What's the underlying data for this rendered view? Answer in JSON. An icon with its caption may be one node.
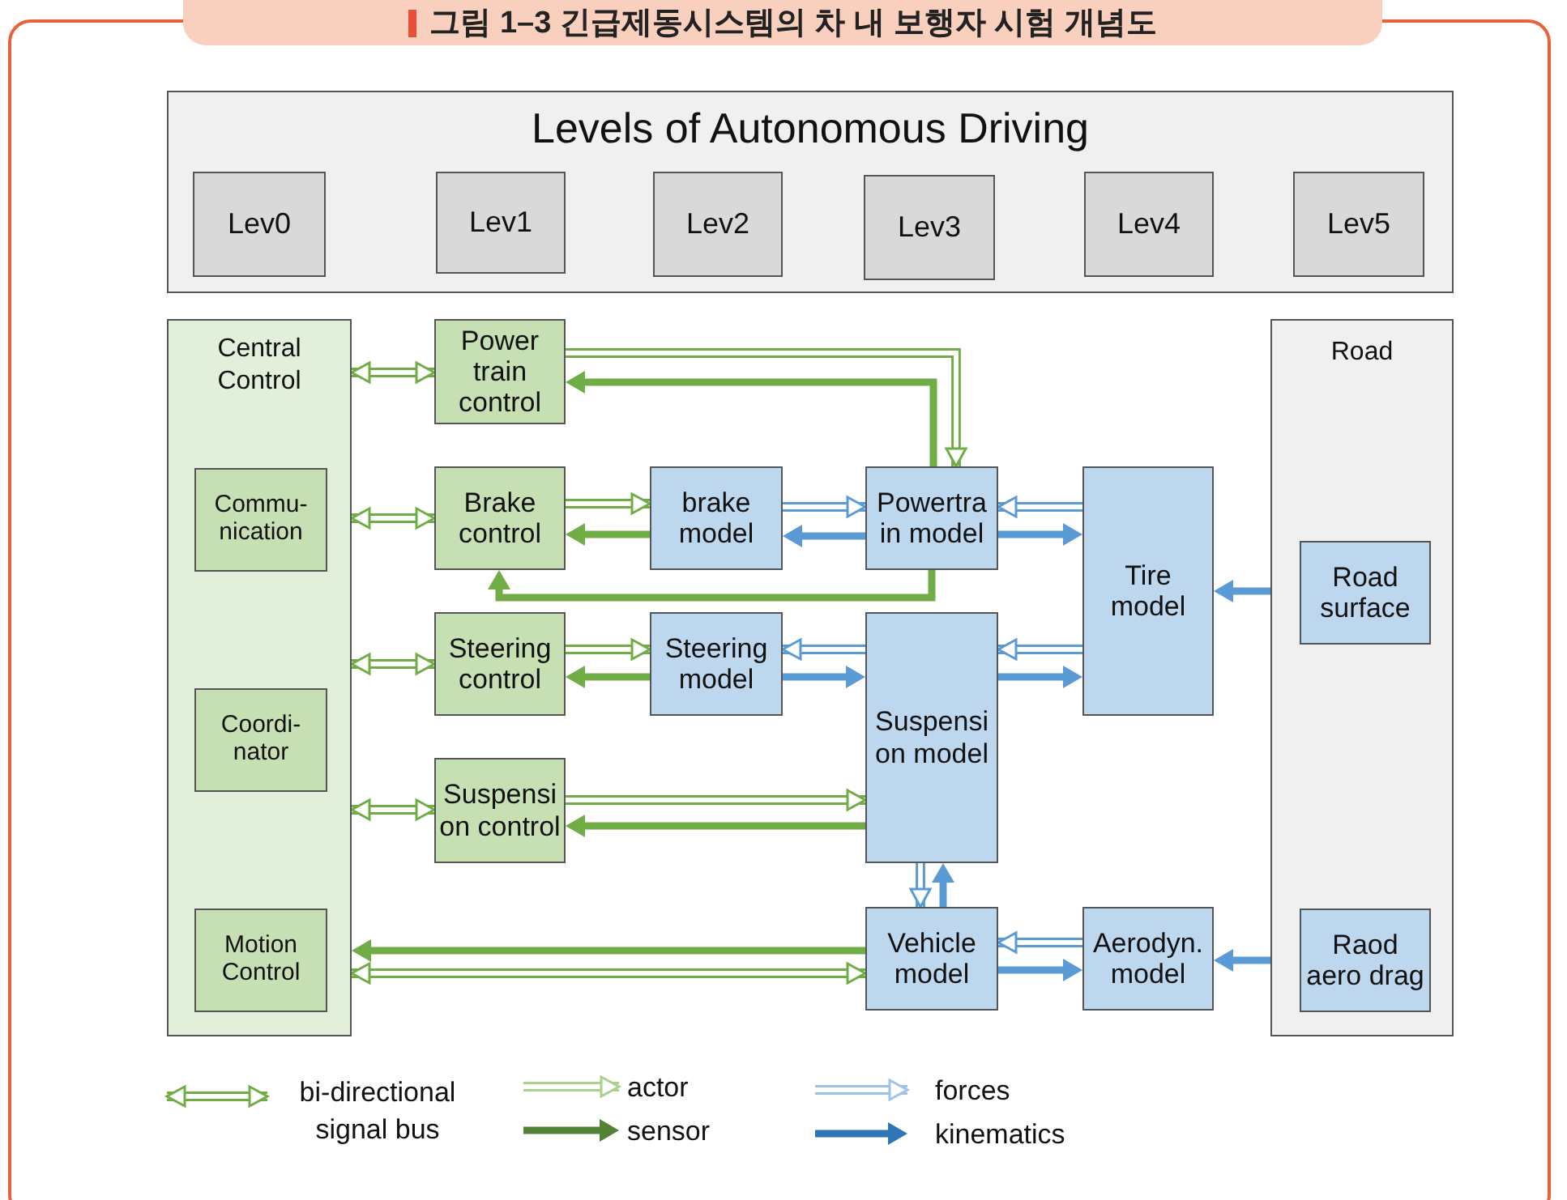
{
  "diagram": {
    "title": "그림 1–3 긴급제동시스템의 차 내 보행자 시험 개념도",
    "nodes": [
      {
        "text": [
          "Levels of Autonomous Driving"
        ]
      },
      {
        "text": [
          "Lev0"
        ],
        "in": 0
      },
      {
        "text": [
          "Lev1"
        ],
        "in": 0
      },
      {
        "text": [
          "Lev2"
        ],
        "in": 0
      },
      {
        "text": [
          "Lev3"
        ],
        "in": 0
      },
      {
        "text": [
          "Lev4"
        ],
        "in": 0
      },
      {
        "text": [
          "Lev5"
        ],
        "in": 0
      },
      {
        "text": [
          "Central Control"
        ]
      },
      {
        "text": [
          "Commu- nication"
        ],
        "in": 7
      },
      {
        "text": [
          "Coordi- nator"
        ],
        "in": 7
      },
      {
        "text": [
          "Motion Control"
        ],
        "in": 7
      },
      {
        "text": [
          "Power train control"
        ]
      },
      {
        "text": [
          "Brake control"
        ]
      },
      {
        "text": [
          "Steering control"
        ]
      },
      {
        "text": [
          "Suspensi on control"
        ]
      },
      {
        "text": [
          "brake model"
        ]
      },
      {
        "text": [
          "Steering model"
        ]
      },
      {
        "text": [
          "Powertra in model"
        ]
      },
      {
        "text": [
          "Suspensi on model"
        ]
      },
      {
        "text": [
          "Vehicle model"
        ]
      },
      {
        "text": [
          "Tire model"
        ]
      },
      {
        "text": [
          "Aerodyn. model"
        ]
      },
      {
        "text": [
          "Road"
        ]
      },
      {
        "text": [
          "Road surface"
        ],
        "in": 22
      },
      {
        "text": [
          "Raod aero drag"
        ],
        "in": 22
      }
    ],
    "edges": [
      {
        "from": 7,
        "to": 11,
        "arrow": "both"
      },
      {
        "from": 7,
        "to": 12,
        "arrow": "both"
      },
      {
        "from": 7,
        "to": 13,
        "arrow": "both"
      },
      {
        "from": 7,
        "to": 14,
        "arrow": "both"
      },
      {
        "from": 11,
        "to": 17,
        "arrow": "to"
      },
      {
        "from": 17,
        "to": 11,
        "arrow": "to",
        "style": "thick"
      },
      {
        "from": 12,
        "to": 15,
        "arrow": "to"
      },
      {
        "from": 15,
        "to": 12,
        "arrow": "to",
        "style": "thick"
      },
      {
        "from": 17,
        "to": 12,
        "arrow": "to",
        "style": "thick"
      },
      {
        "from": 15,
        "to": 17,
        "arrow": "to",
        "color": "#5b9bd5"
      },
      {
        "from": 17,
        "to": 15,
        "arrow": "to",
        "style": "thick",
        "color": "#5b9bd5"
      },
      {
        "from": 20,
        "to": 17,
        "arrow": "to",
        "color": "#5b9bd5"
      },
      {
        "from": 17,
        "to": 20,
        "arrow": "to",
        "style": "thick",
        "color": "#5b9bd5"
      },
      {
        "from": 13,
        "to": 16,
        "arrow": "to"
      },
      {
        "from": 16,
        "to": 13,
        "arrow": "to",
        "style": "thick"
      },
      {
        "from": 18,
        "to": 16,
        "arrow": "to",
        "color": "#5b9bd5"
      },
      {
        "from": 16,
        "to": 18,
        "arrow": "to",
        "style": "thick",
        "color": "#5b9bd5"
      },
      {
        "from": 20,
        "to": 18,
        "arrow": "to",
        "color": "#5b9bd5"
      },
      {
        "from": 18,
        "to": 20,
        "arrow": "to",
        "style": "thick",
        "color": "#5b9bd5"
      },
      {
        "from": 14,
        "to": 18,
        "arrow": "to"
      },
      {
        "from": 18,
        "to": 14,
        "arrow": "to",
        "style": "thick"
      },
      {
        "from": 18,
        "to": 19,
        "arrow": "to",
        "color": "#5b9bd5"
      },
      {
        "from": 19,
        "to": 18,
        "arrow": "to",
        "style": "thick",
        "color": "#5b9bd5"
      },
      {
        "from": 19,
        "to": 7,
        "arrow": "to",
        "style": "thick"
      },
      {
        "from": 7,
        "to": 19,
        "arrow": "both"
      },
      {
        "from": 21,
        "to": 19,
        "arrow": "to",
        "color": "#5b9bd5"
      },
      {
        "from": 19,
        "to": 21,
        "arrow": "to",
        "style": "thick",
        "color": "#5b9bd5"
      },
      {
        "from": 23,
        "to": 20,
        "arrow": "to",
        "style": "thick",
        "color": "#5b9bd5"
      },
      {
        "from": 24,
        "to": 21,
        "arrow": "to",
        "style": "thick",
        "color": "#5b9bd5"
      }
    ],
    "legend": [
      {
        "text": "bi-directional signal bus"
      },
      {
        "text": "actor"
      },
      {
        "text": "sensor"
      },
      {
        "text": "forces"
      },
      {
        "text": "kinematics"
      }
    ]
  }
}
